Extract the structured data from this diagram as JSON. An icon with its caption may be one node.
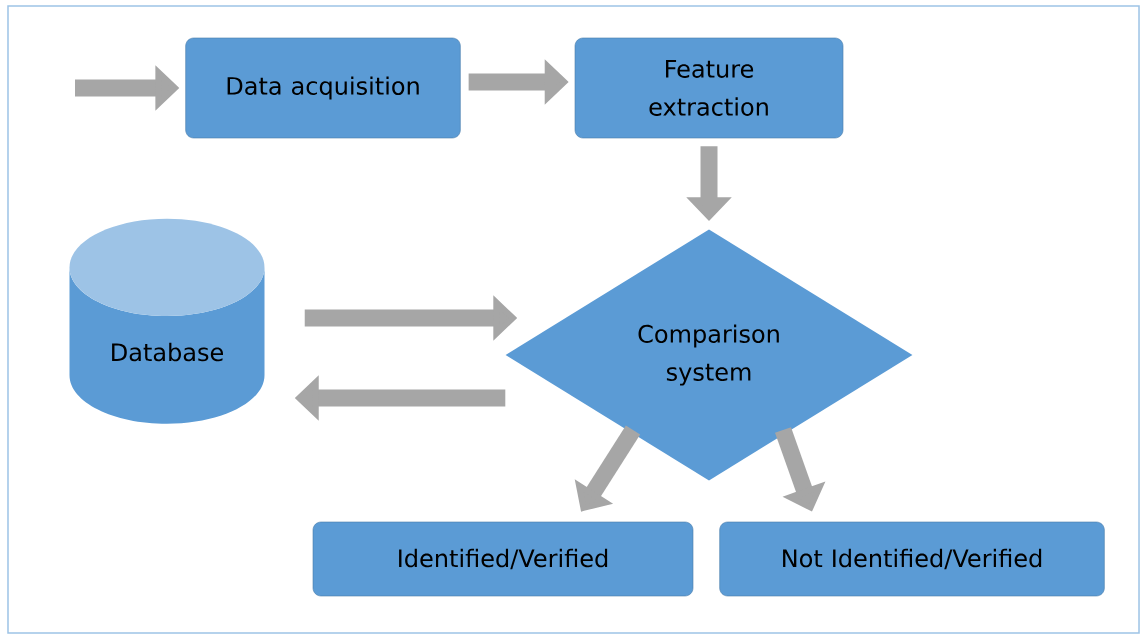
{
  "diagram": {
    "nodes": [
      {
        "text": [
          "Data acquisition"
        ]
      },
      {
        "text": [
          "Feature extraction"
        ]
      },
      {
        "text": [
          "Comparison system"
        ]
      },
      {
        "text": [
          "Database"
        ]
      },
      {
        "text": [
          "Identified/Verified"
        ]
      },
      {
        "text": [
          "Not Identified/Verified"
        ]
      }
    ],
    "edges": [
      {
        "from": null,
        "to": 0,
        "arrow": "to"
      },
      {
        "from": 0,
        "to": 1,
        "arrow": "to"
      },
      {
        "from": 1,
        "to": 2,
        "arrow": "to"
      },
      {
        "from": 3,
        "to": 2,
        "arrow": "to"
      },
      {
        "from": 2,
        "to": 3,
        "arrow": "to"
      },
      {
        "from": 2,
        "to": 4,
        "arrow": "to"
      },
      {
        "from": 2,
        "to": 5,
        "arrow": "to"
      }
    ]
  }
}
